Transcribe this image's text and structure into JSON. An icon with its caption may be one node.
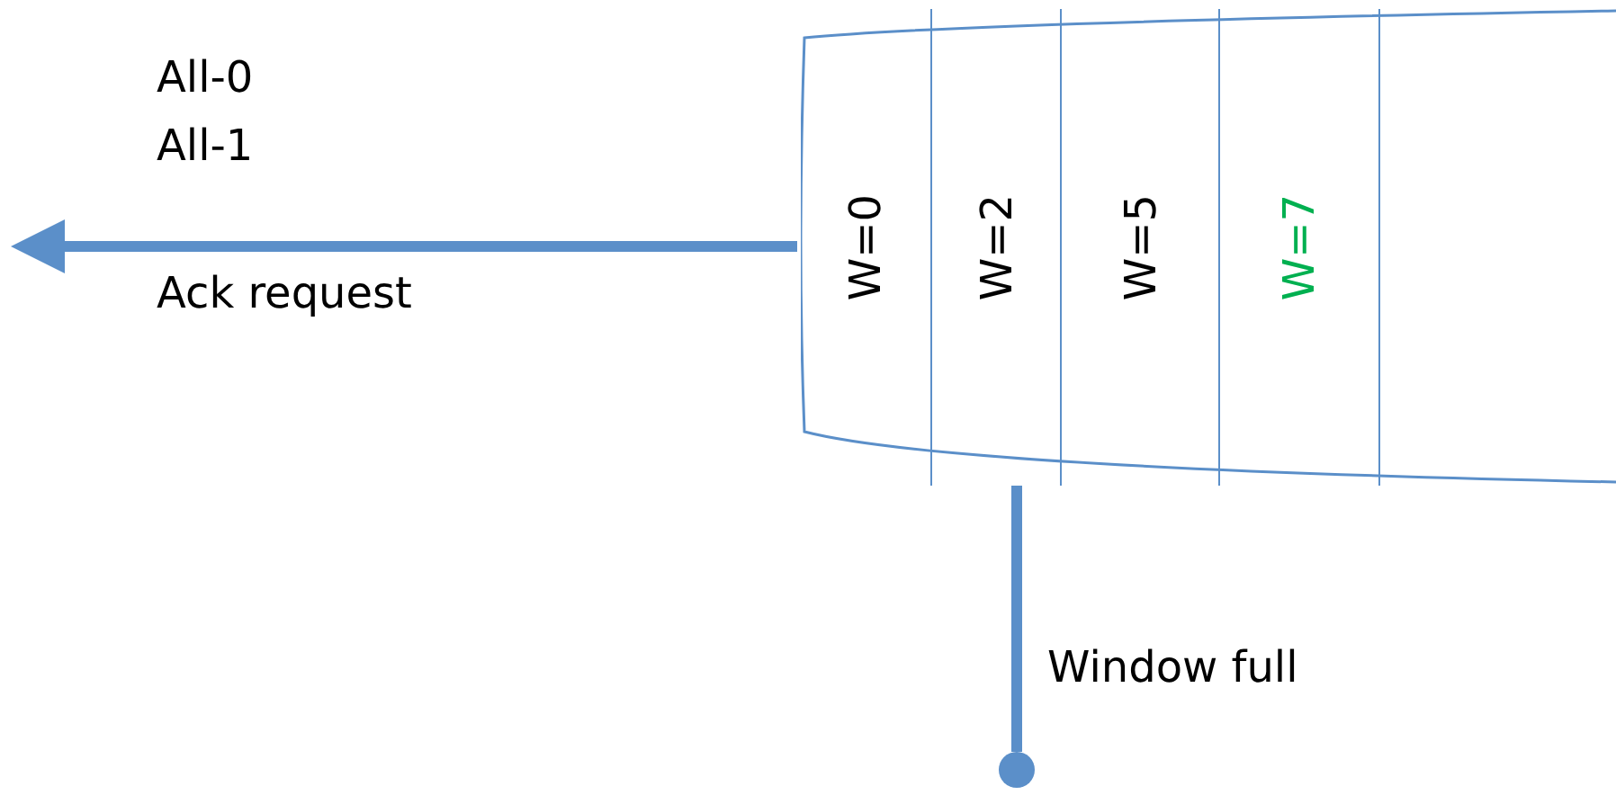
{
  "diagram": {
    "nodes": [
      {
        "text": [],
        "shape": "cylinder"
      },
      {
        "text": [
          "W=0"
        ],
        "in": 0
      },
      {
        "text": [
          "W=2"
        ],
        "in": 0
      },
      {
        "text": [
          "W=5"
        ],
        "in": 0
      },
      {
        "text": [
          "W=7"
        ],
        "in": 0
      },
      {
        "text": [],
        "shape": "circle"
      }
    ],
    "edges": [
      {
        "from": 0,
        "to": null,
        "arrow": "to"
      },
      {
        "from": 5,
        "to": 2,
        "arrow": "none",
        "label": "Window full"
      }
    ],
    "labels": [
      "All-0",
      "All-1",
      "Ack request"
    ]
  }
}
